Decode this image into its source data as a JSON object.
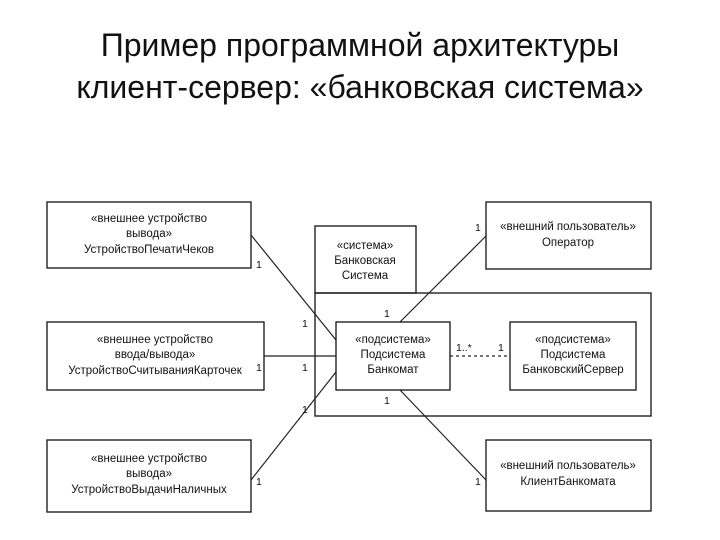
{
  "title": {
    "line1": "Пример программной архитектуры",
    "line2": "клиент-сервер: «банковская система»"
  },
  "boxes": {
    "printer": {
      "line1": "«внешнее устройство",
      "line2": "вывода»",
      "line3": "УстройствоПечатиЧеков"
    },
    "reader": {
      "line1": "«внешнее устройство",
      "line2": "ввода/вывода»",
      "line3": "УстройствоСчитыванияКарточек"
    },
    "dispenser": {
      "line1": "«внешнее устройство",
      "line2": "вывода»",
      "line3": "УстройствоВыдачиНаличных"
    },
    "system": {
      "line1": "«система»",
      "line2": "Банковская",
      "line3": "Система"
    },
    "atm": {
      "line1": "«подсистема»",
      "line2": "Подсистема",
      "line3": "Банкомат"
    },
    "server": {
      "line1": "«подсистема»",
      "line2": "Подсистема",
      "line3": "БанковскийСервер"
    },
    "operator": {
      "line1": "«внешний пользователь»",
      "line2": "Оператор"
    },
    "client": {
      "line1": "«внешний пользователь»",
      "line2": "КлиентБанкомата"
    }
  },
  "multiplicities": {
    "printer_end": "1",
    "printer_atm_end": "1",
    "reader_end": "1",
    "reader_atm_end": "1",
    "dispenser_end": "1",
    "dispenser_atm_end": "1",
    "operator_end": "1",
    "operator_atm_end": "1",
    "atm_server_left": "1..*",
    "atm_server_right": "1",
    "client_atm_end": "1",
    "client_end": "1"
  }
}
